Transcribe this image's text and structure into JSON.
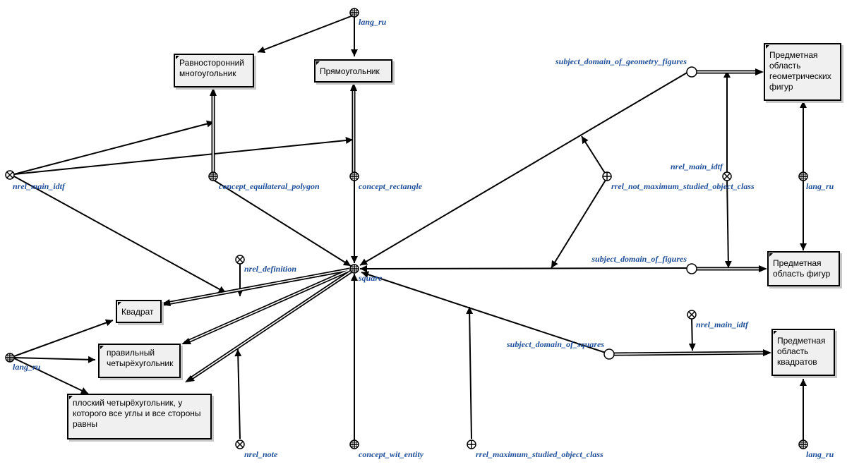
{
  "nodes": {
    "equilateral_polygon_ru": "Равносторонний многоугольник",
    "rectangle_ru": "Прямоугольник",
    "square_ru": "Квадрат",
    "regular_quad_ru": "правильный четырёхугольник",
    "square_definition_ru": "плоский четырёхугольник, у которого все углы и все стороны равны",
    "sd_geometry_figures_ru": "Предметная область геометрических фигур",
    "sd_figures_ru": "Предметная область фигур",
    "sd_squares_ru": "Предметная область квадратов"
  },
  "labels": {
    "lang_ru_top": "lang_ru",
    "lang_ru_left": "lang_ru",
    "lang_ru_right": "lang_ru",
    "lang_ru_bottom_right": "lang_ru",
    "nrel_main_idtf_left": "nrel_main_idtf",
    "nrel_main_idtf_right": "nrel_main_idtf",
    "nrel_main_idtf_squares": "nrel_main_idtf",
    "concept_equilateral_polygon": "concept_equilateral_polygon",
    "concept_rectangle": "concept_rectangle",
    "square": "square",
    "nrel_definition": "nrel_definition",
    "nrel_note": "nrel_note",
    "concept_wit_entity": "concept_wit_entity",
    "rrel_maximum_studied_object_class": "rrel_maximum_studied_object_class",
    "rrel_not_maximum_studied_object_class": "rrel_not_maximum_studied_object_class",
    "subject_domain_of_geometry_figures": "subject_domain_of_geometry_figures",
    "subject_domain_of_figures": "subject_domain_of_figures",
    "subject_domain_of_squares": "subject_domain_of_squares"
  },
  "colors": {
    "label": "#1f4f9a",
    "line": "#000000",
    "box_fill": "#f0f0f0"
  }
}
